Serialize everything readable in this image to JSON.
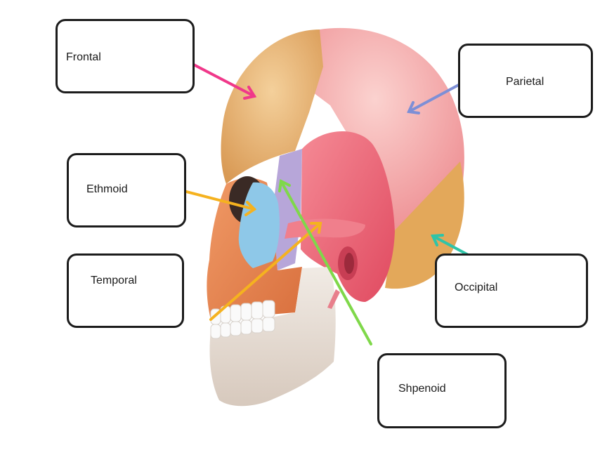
{
  "labels": {
    "frontal": "Frontal",
    "parietal": "Parietal",
    "ethmoid": "Ethmoid",
    "temporal": "Temporal",
    "occipital": "Occipital",
    "sphenoid": "Shpenoid"
  },
  "colors": {
    "frontal_bone": "#e8b97c",
    "parietal_bone": "#f3a3a3",
    "temporal_bone": "#ee6c7c",
    "occipital_bone": "#e3a85a",
    "sphenoid_bone": "#b7a6d9",
    "ethmoid_bone": "#8ec8e8",
    "facial_bones": "#ea8a58",
    "mandible": "#e9e1d9",
    "teeth": "#fafafa",
    "arrow_frontal": "#f0388a",
    "arrow_parietal": "#7d8fd6",
    "arrow_ethmoid": "#f5b21f",
    "arrow_temporal": "#f5b21f",
    "arrow_occipital": "#2fc4a8",
    "arrow_sphenoid": "#7fd84a",
    "box_border": "#1c1c1c"
  }
}
